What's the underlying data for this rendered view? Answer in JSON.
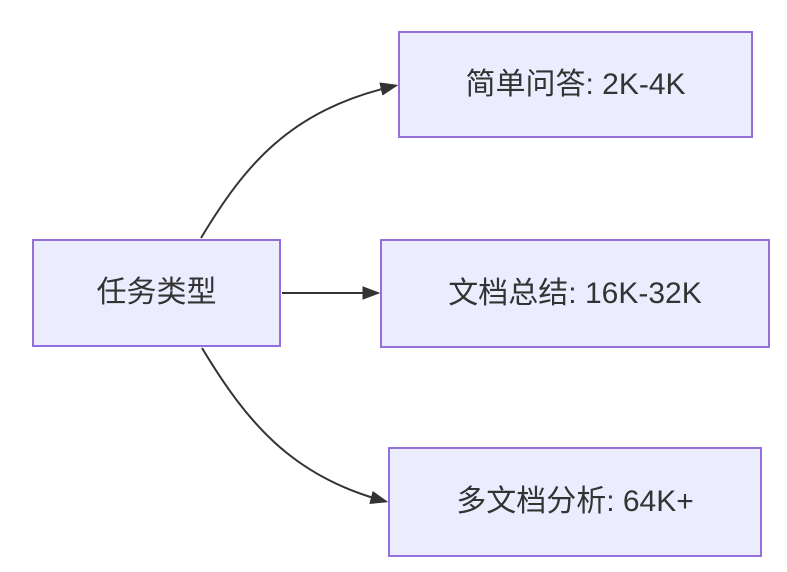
{
  "diagram": {
    "type": "flowchart",
    "direction": "left-to-right",
    "root": {
      "id": "task-type",
      "label": "任务类型"
    },
    "branches": [
      {
        "id": "simple-qa",
        "label": "简单问答: 2K-4K"
      },
      {
        "id": "doc-summary",
        "label": "文档总结: 16K-32K"
      },
      {
        "id": "multi-doc",
        "label": "多文档分析: 64K+"
      }
    ],
    "edges": [
      {
        "from": "task-type",
        "to": "simple-qa"
      },
      {
        "from": "task-type",
        "to": "doc-summary"
      },
      {
        "from": "task-type",
        "to": "multi-doc"
      }
    ]
  },
  "colors": {
    "node_fill": "#ECECFF",
    "node_border": "#9370DB",
    "edge": "#333333",
    "text": "#333333",
    "background": "#FFFFFF"
  }
}
